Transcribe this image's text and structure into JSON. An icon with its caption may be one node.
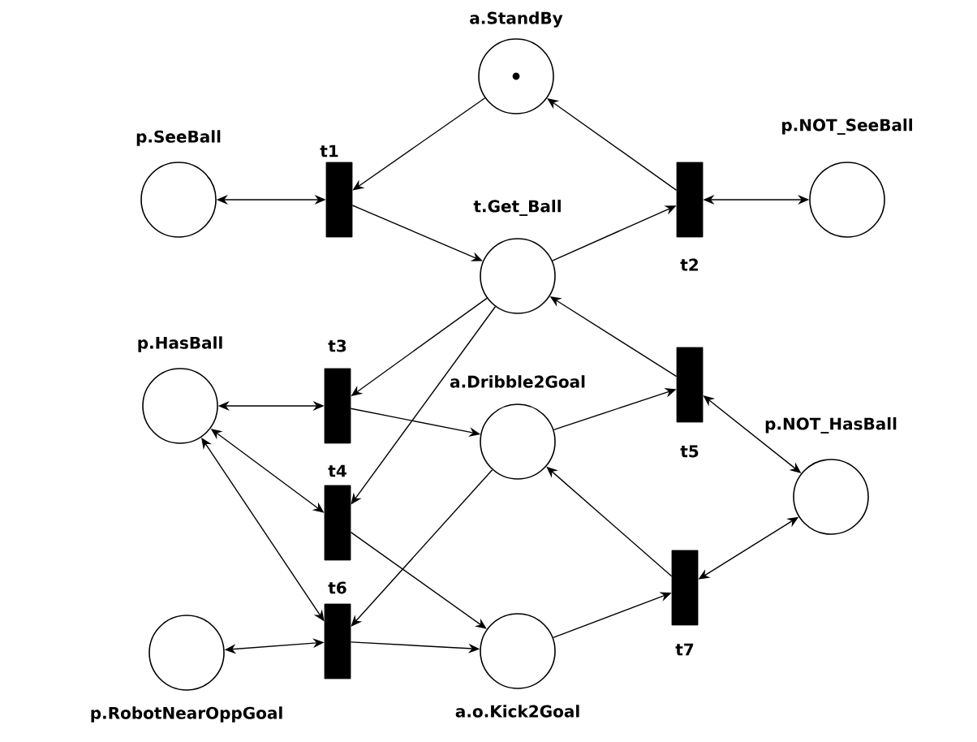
{
  "diagram": {
    "nodes": [
      {
        "text": [
          "a.StandBy"
        ]
      },
      {
        "text": [
          "p.SeeBall"
        ]
      },
      {
        "text": [
          "t1"
        ]
      },
      {
        "text": [
          "t.Get_Ball"
        ]
      },
      {
        "text": [
          "t2"
        ]
      },
      {
        "text": [
          "p.NOT_SeeBall"
        ]
      },
      {
        "text": [
          "p.HasBall"
        ]
      },
      {
        "text": [
          "t3"
        ]
      },
      {
        "text": [
          "a.Dribble2Goal"
        ]
      },
      {
        "text": [
          "t5"
        ]
      },
      {
        "text": [
          "p.NOT_HasBall"
        ]
      },
      {
        "text": [
          "t4"
        ]
      },
      {
        "text": [
          "t6"
        ]
      },
      {
        "text": [
          "p.RobotNearOppGoal"
        ]
      },
      {
        "text": [
          "a.o.Kick2Goal"
        ]
      },
      {
        "text": [
          "t7"
        ]
      }
    ],
    "edges": [
      {
        "from": 0,
        "to": 2,
        "arrow": "to"
      },
      {
        "from": 4,
        "to": 0,
        "arrow": "to"
      },
      {
        "from": 1,
        "to": 2,
        "arrow": "both"
      },
      {
        "from": 2,
        "to": 3,
        "arrow": "to"
      },
      {
        "from": 3,
        "to": 4,
        "arrow": "to"
      },
      {
        "from": 4,
        "to": 5,
        "arrow": "both"
      },
      {
        "from": 3,
        "to": 7,
        "arrow": "to"
      },
      {
        "from": 3,
        "to": 11,
        "arrow": "to"
      },
      {
        "from": 9,
        "to": 3,
        "arrow": "to"
      },
      {
        "from": 6,
        "to": 7,
        "arrow": "both"
      },
      {
        "from": 7,
        "to": 8,
        "arrow": "to"
      },
      {
        "from": 6,
        "to": 11,
        "arrow": "both"
      },
      {
        "from": 11,
        "to": 14,
        "arrow": "to"
      },
      {
        "from": 8,
        "to": 9,
        "arrow": "to"
      },
      {
        "from": 9,
        "to": 10,
        "arrow": "both"
      },
      {
        "from": 8,
        "to": 12,
        "arrow": "to"
      },
      {
        "from": 12,
        "to": 6,
        "arrow": "both"
      },
      {
        "from": 13,
        "to": 12,
        "arrow": "both"
      },
      {
        "from": 12,
        "to": 14,
        "arrow": "to"
      },
      {
        "from": 14,
        "to": 15,
        "arrow": "to"
      },
      {
        "from": 15,
        "to": 8,
        "arrow": "to"
      },
      {
        "from": 15,
        "to": 10,
        "arrow": "both"
      }
    ]
  }
}
